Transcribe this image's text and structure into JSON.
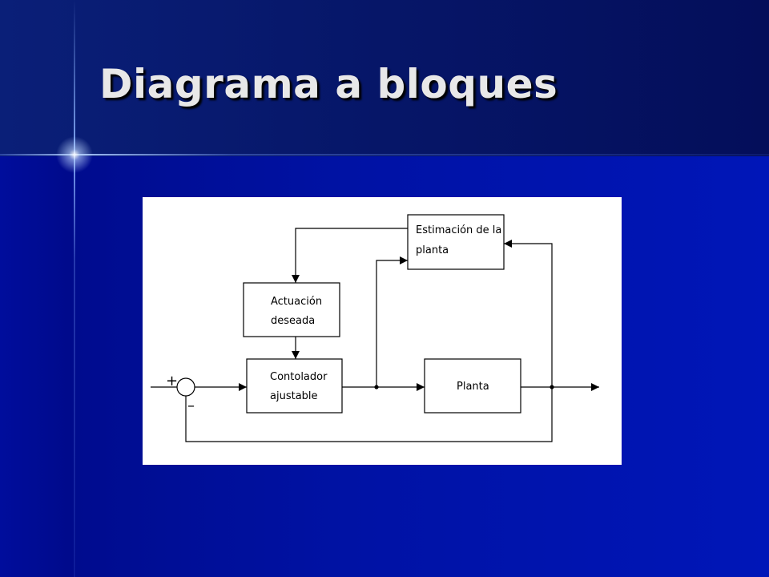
{
  "slide": {
    "title": "Diagrama a bloques"
  },
  "diagram": {
    "blocks": {
      "estimacion": [
        "Estimación de la",
        "planta"
      ],
      "actuacion": [
        "Actuación",
        "deseada"
      ],
      "controlador": [
        "Contolador",
        "ajustable"
      ],
      "planta": [
        "Planta"
      ]
    },
    "summing_junction": {
      "plus": "+",
      "minus": "–"
    }
  },
  "colors": {
    "background": "#000a8c",
    "title_text": "#e8e8e8",
    "diagram_background": "#ffffff",
    "diagram_ink": "#000000"
  }
}
